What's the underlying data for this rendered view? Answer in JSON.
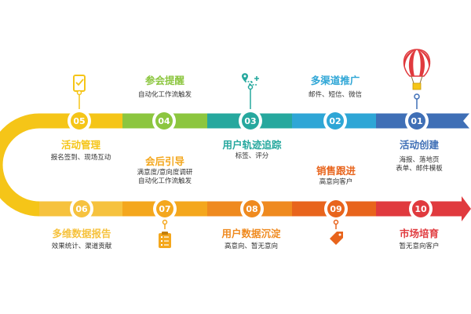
{
  "steps": [
    {
      "num": "01",
      "title": "活动创建",
      "desc": [
        "海报、落地页",
        "表单、邮件模板"
      ],
      "color": "#3f6fb6",
      "icon": "hot-air-balloon-icon"
    },
    {
      "num": "02",
      "title": "多渠道推广",
      "desc": [
        "邮件、短信、微信"
      ],
      "color": "#2ea6d6",
      "icon": ""
    },
    {
      "num": "03",
      "title": "用户轨迹追踪",
      "desc": [
        "标签、评分"
      ],
      "color": "#26a89e",
      "icon": "route-pin-icon"
    },
    {
      "num": "04",
      "title": "参会提醒",
      "desc": [
        "自动化工作流触发"
      ],
      "color": "#8cc63f",
      "icon": ""
    },
    {
      "num": "05",
      "title": "活动管理",
      "desc": [
        "报名签到、现场互动"
      ],
      "color": "#f5c518",
      "icon": "phone-check-icon"
    },
    {
      "num": "06",
      "title": "多维数据报告",
      "desc": [
        "效果统计、渠道贡献"
      ],
      "color": "#f6c23e",
      "icon": ""
    },
    {
      "num": "07",
      "title": "会后引导",
      "desc": [
        "满意度/意向度调研",
        "自动化工作流触发"
      ],
      "color": "#f4a71d",
      "icon": "clipboard-icon"
    },
    {
      "num": "08",
      "title": "用户数据沉淀",
      "desc": [
        "高意向、暂无意向"
      ],
      "color": "#ef8a1f",
      "icon": ""
    },
    {
      "num": "09",
      "title": "销售跟进",
      "desc": [
        "高意向客户"
      ],
      "color": "#e8641c",
      "icon": "price-tag-icon"
    },
    {
      "num": "10",
      "title": "市场培育",
      "desc": [
        "暂无意向客户"
      ],
      "color": "#e03a3e",
      "icon": ""
    }
  ]
}
